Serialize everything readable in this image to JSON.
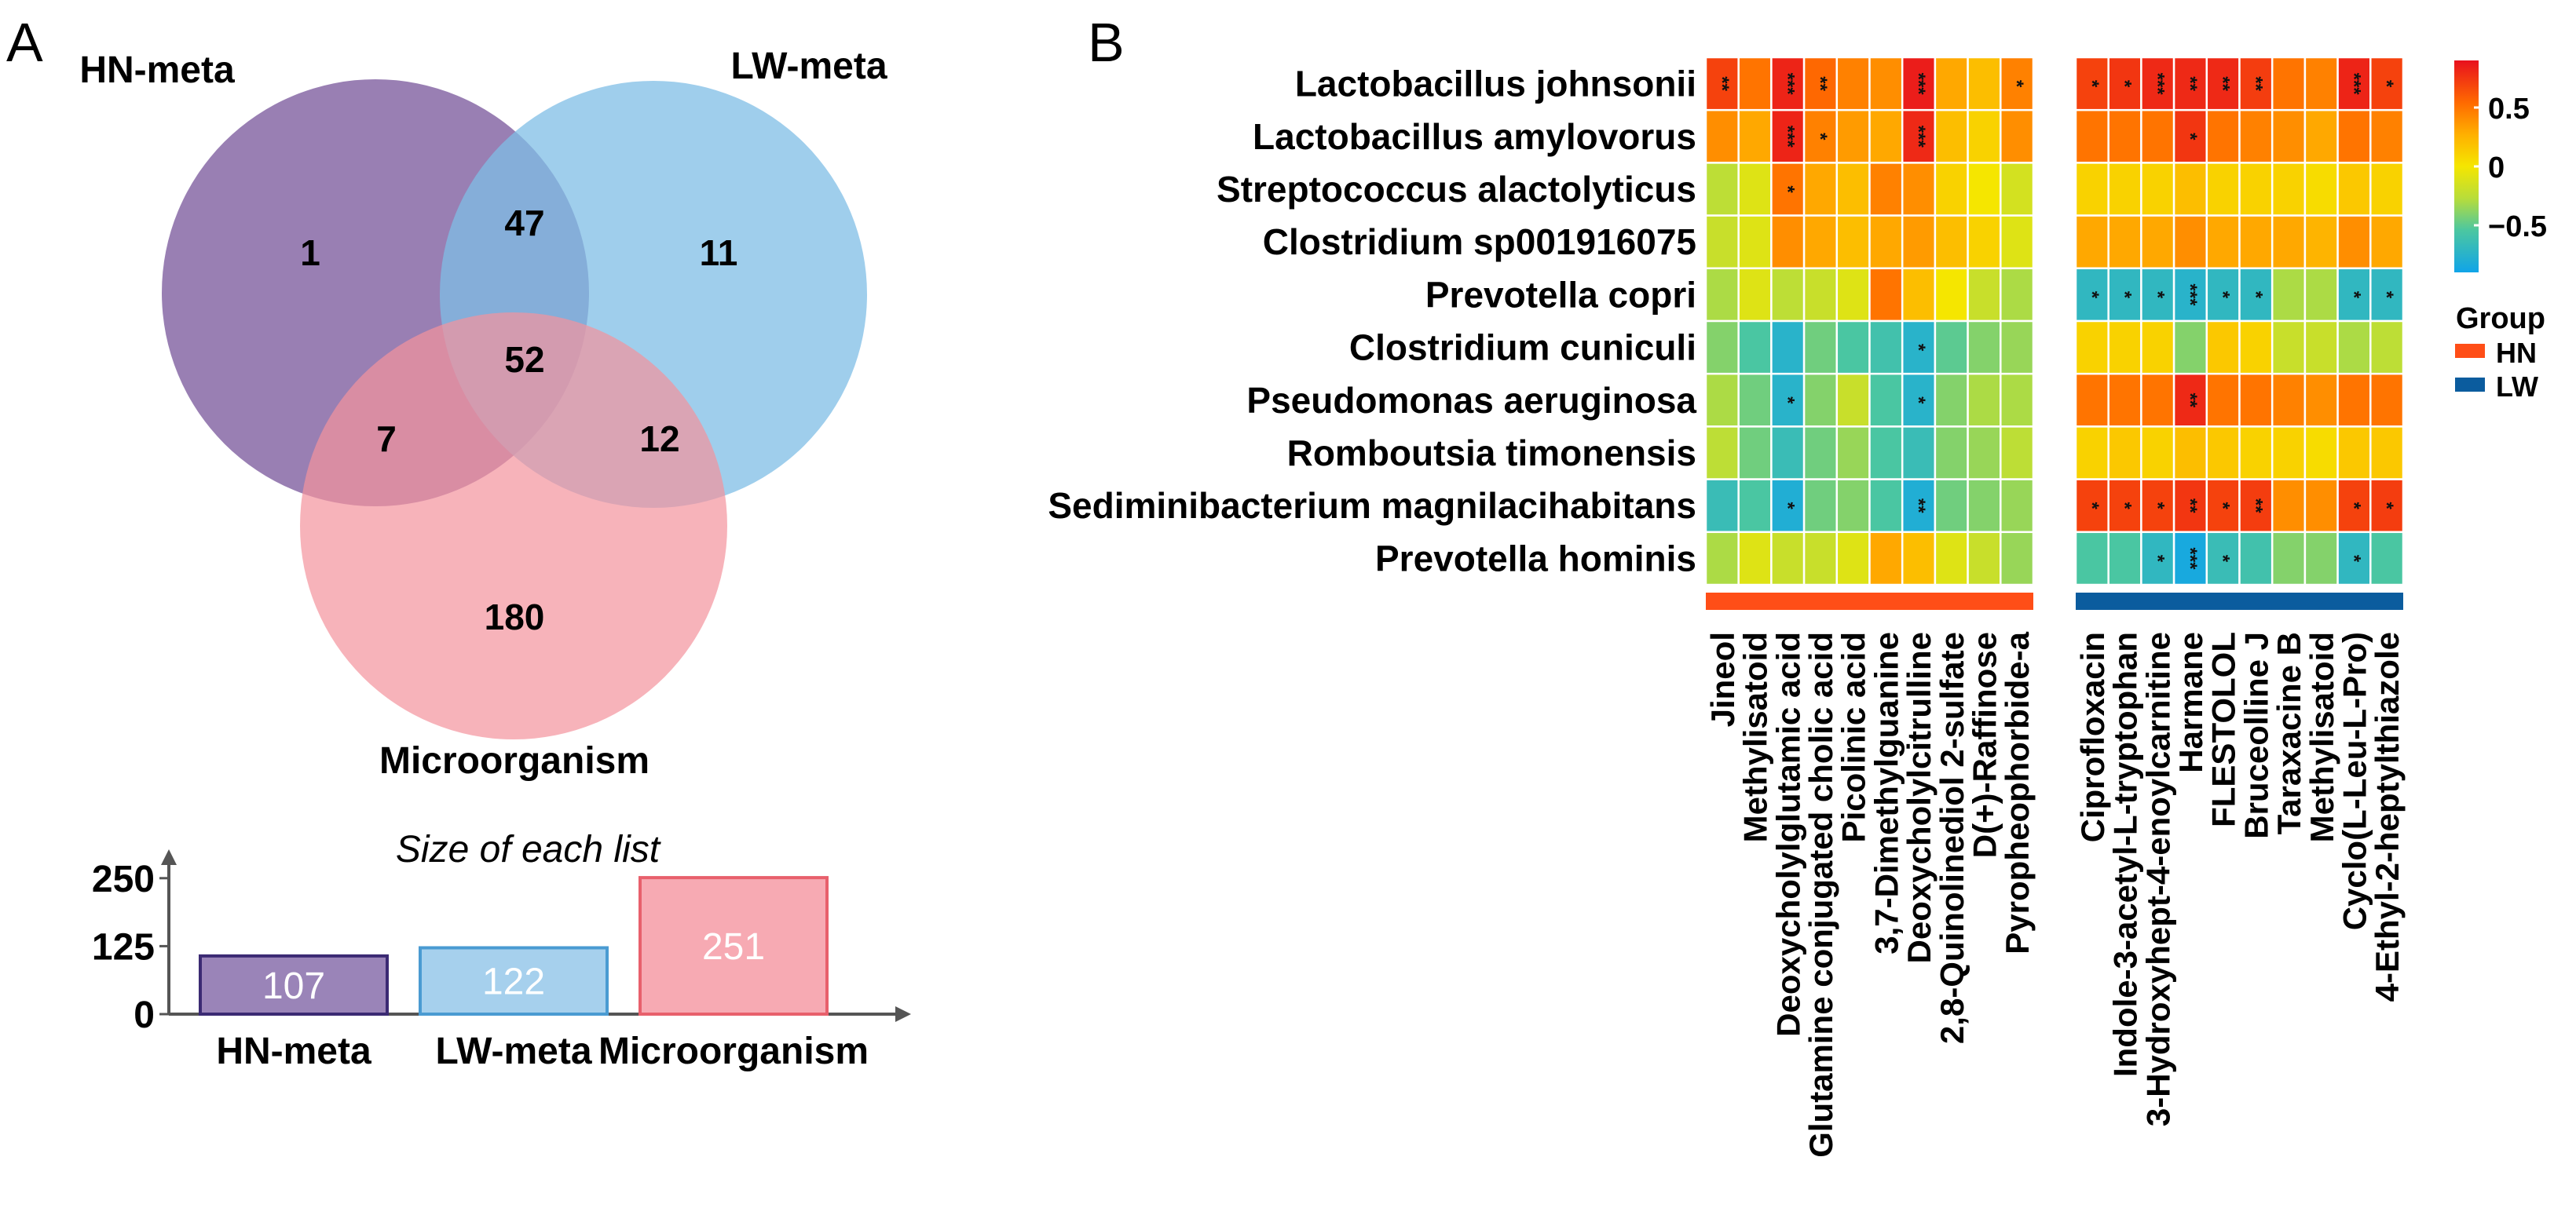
{
  "panels": {
    "a_label": "A",
    "b_label": "B"
  },
  "venn": {
    "sets": [
      {
        "name": "HN-meta",
        "color": "#7f5fa0"
      },
      {
        "name": "LW-meta",
        "color": "#7fbde6"
      },
      {
        "name": "Microorganism",
        "color": "#f4939d"
      }
    ],
    "regions": {
      "hn_only": "1",
      "hn_lw": "47",
      "lw_only": "11",
      "all": "52",
      "hn_micro": "7",
      "lw_micro": "12",
      "micro_only": "180"
    }
  },
  "chart_data": [
    {
      "type": "bar",
      "title": "Size of each list",
      "categories": [
        "HN-meta",
        "LW-meta",
        "Microorganism"
      ],
      "values": [
        107,
        122,
        251
      ],
      "value_labels": [
        "107",
        "122",
        "251"
      ],
      "colors": [
        "#9a84b8",
        "#a6d0ed",
        "#f7aab3"
      ],
      "edge_colors": [
        "#3b2a73",
        "#4a9bd2",
        "#e8606c"
      ],
      "yticks": [
        0,
        125,
        250
      ],
      "ytick_labels": [
        "0",
        "125",
        "250"
      ],
      "ylim": [
        0,
        280
      ]
    },
    {
      "type": "heatmap",
      "rows": [
        "Lactobacillus johnsonii",
        "Lactobacillus amylovorus",
        "Streptococcus alactolyticus",
        "Clostridium sp001916075",
        "Prevotella copri",
        "Clostridium cuniculi",
        "Pseudomonas aeruginosa",
        "Romboutsia timonensis",
        "Sediminibacterium magnilacihabitans",
        "Prevotella hominis"
      ],
      "columns": [
        "Jineol",
        "Methylisatoid",
        "Deoxycholylglutamic acid",
        "Glutamine conjugated cholic acid",
        "Picolinic acid",
        "3,7-Dimethylguanine",
        "Deoxycholylcitrulline",
        "2,8-Quinolinediol 2-sulfate",
        "D(+)-Raffinose",
        "Pyropheophorbide-a",
        "Ciprofloxacin",
        "Indole-3-acetyl-L-tryptophan",
        "3-Hydroxyhept-4-enoylcarnitine",
        "Harmane",
        "FLESTOLOL",
        "Bruceolline J",
        "Taraxacine B",
        "Methylisatoid",
        "Cyclo(L-Leu-L-Pro)",
        "4-Ethyl-2-heptylthiazole"
      ],
      "column_groups": [
        "HN",
        "HN",
        "HN",
        "HN",
        "HN",
        "HN",
        "HN",
        "HN",
        "HN",
        "HN",
        "LW",
        "LW",
        "LW",
        "LW",
        "LW",
        "LW",
        "LW",
        "LW",
        "LW",
        "LW"
      ],
      "values": [
        [
          0.7,
          0.5,
          0.82,
          0.55,
          0.45,
          0.4,
          0.85,
          0.3,
          0.2,
          0.45,
          0.7,
          0.75,
          0.8,
          0.8,
          0.8,
          0.72,
          0.5,
          0.45,
          0.82,
          0.7
        ],
        [
          0.4,
          0.3,
          0.82,
          0.45,
          0.35,
          0.3,
          0.8,
          0.2,
          0.1,
          0.4,
          0.5,
          0.5,
          0.5,
          0.75,
          0.5,
          0.45,
          0.4,
          0.3,
          0.5,
          0.45
        ],
        [
          -0.25,
          -0.1,
          0.5,
          0.3,
          0.2,
          0.45,
          0.4,
          0.1,
          0.0,
          -0.15,
          0.1,
          0.1,
          0.1,
          0.2,
          0.1,
          0.1,
          0.1,
          0.05,
          0.15,
          0.1
        ],
        [
          -0.2,
          -0.1,
          0.4,
          0.3,
          0.2,
          0.3,
          0.35,
          0.2,
          0.1,
          -0.1,
          0.3,
          0.3,
          0.3,
          0.4,
          0.3,
          0.3,
          0.3,
          0.25,
          0.4,
          0.3
        ],
        [
          -0.3,
          -0.1,
          -0.25,
          -0.2,
          -0.1,
          0.5,
          0.2,
          0.0,
          -0.2,
          -0.3,
          -0.7,
          -0.7,
          -0.7,
          -0.75,
          -0.7,
          -0.7,
          -0.3,
          -0.3,
          -0.7,
          -0.7
        ],
        [
          -0.4,
          -0.55,
          -0.75,
          -0.45,
          -0.55,
          -0.6,
          -0.75,
          -0.5,
          -0.4,
          -0.35,
          0.1,
          0.1,
          0.1,
          -0.4,
          0.15,
          0.1,
          -0.2,
          -0.2,
          -0.3,
          -0.25
        ],
        [
          -0.3,
          -0.45,
          -0.75,
          -0.4,
          -0.2,
          -0.55,
          -0.75,
          -0.4,
          -0.3,
          -0.3,
          0.5,
          0.5,
          0.5,
          0.8,
          0.5,
          0.5,
          0.45,
          0.4,
          0.5,
          0.5
        ],
        [
          -0.25,
          -0.45,
          -0.65,
          -0.45,
          -0.35,
          -0.55,
          -0.65,
          -0.4,
          -0.35,
          -0.25,
          0.1,
          0.15,
          0.1,
          0.2,
          0.15,
          0.1,
          0.1,
          0.05,
          0.15,
          0.15
        ],
        [
          -0.65,
          -0.55,
          -0.8,
          -0.45,
          -0.4,
          -0.55,
          -0.8,
          -0.45,
          -0.4,
          -0.35,
          0.7,
          0.7,
          0.7,
          0.75,
          0.7,
          0.72,
          0.4,
          0.4,
          0.7,
          0.72
        ],
        [
          -0.3,
          -0.1,
          -0.2,
          -0.2,
          -0.1,
          0.3,
          0.2,
          -0.1,
          -0.2,
          -0.35,
          -0.55,
          -0.55,
          -0.7,
          -0.85,
          -0.65,
          -0.6,
          -0.4,
          -0.4,
          -0.7,
          -0.55
        ]
      ],
      "significance": [
        [
          "**",
          "",
          "***",
          "**",
          "",
          "",
          "***",
          "",
          "",
          "*",
          "*",
          "*",
          "***",
          "**",
          "**",
          "**",
          "",
          "",
          "***",
          "*"
        ],
        [
          "",
          "",
          "***",
          "*",
          "",
          "",
          "***",
          "",
          "",
          "",
          "",
          "",
          "",
          "*",
          "",
          "",
          "",
          "",
          "",
          ""
        ],
        [
          "",
          "",
          "*",
          "",
          "",
          "",
          "",
          "",
          "",
          "",
          "",
          "",
          "",
          "",
          "",
          "",
          "",
          "",
          "",
          ""
        ],
        [
          "",
          "",
          "",
          "",
          "",
          "",
          "",
          "",
          "",
          "",
          "",
          "",
          "",
          "",
          "",
          "",
          "",
          "",
          "",
          ""
        ],
        [
          "",
          "",
          "",
          "",
          "",
          "",
          "",
          "",
          "",
          "",
          "*",
          "*",
          "*",
          "***",
          "*",
          "*",
          "",
          "",
          "*",
          "*"
        ],
        [
          "",
          "",
          "",
          "",
          "",
          "",
          "*",
          "",
          "",
          "",
          "",
          "",
          "",
          "",
          "",
          "",
          "",
          "",
          "",
          ""
        ],
        [
          "",
          "",
          "*",
          "",
          "",
          "",
          "*",
          "",
          "",
          "",
          "",
          "",
          "",
          "**",
          "",
          "",
          "",
          "",
          "",
          ""
        ],
        [
          "",
          "",
          "",
          "",
          "",
          "",
          "",
          "",
          "",
          "",
          "",
          "",
          "",
          "",
          "",
          "",
          "",
          "",
          "",
          ""
        ],
        [
          "",
          "",
          "*",
          "",
          "",
          "",
          "**",
          "",
          "",
          "",
          "*",
          "*",
          "*",
          "**",
          "*",
          "**",
          "",
          "",
          "*",
          "*"
        ],
        [
          "",
          "",
          "",
          "",
          "",
          "",
          "",
          "",
          "",
          "",
          "",
          "",
          "*",
          "***",
          "*",
          "",
          "",
          "",
          "*",
          ""
        ]
      ],
      "colorbar": {
        "ticks": [
          0.5,
          0,
          -0.5
        ],
        "tick_labels": [
          "0.5",
          "0",
          "−0.5"
        ],
        "range": [
          -0.9,
          0.9
        ]
      },
      "legend": {
        "title": "Group",
        "items": [
          {
            "name": "HN",
            "color": "#ff4e17"
          },
          {
            "name": "LW",
            "color": "#0b5c9e"
          }
        ]
      }
    }
  ]
}
